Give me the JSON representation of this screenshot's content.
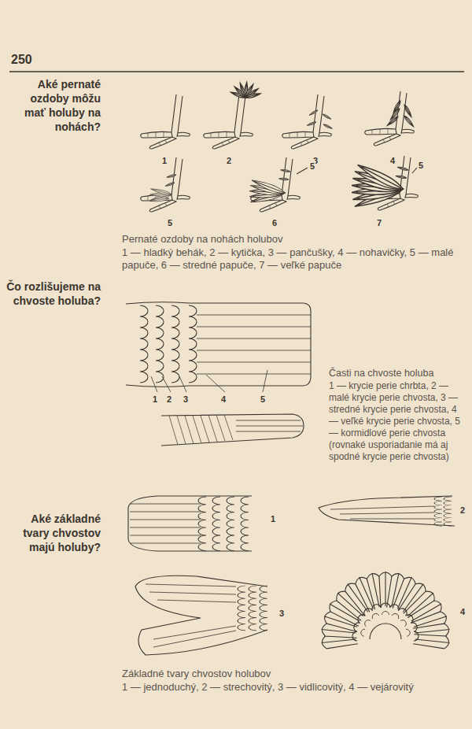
{
  "diagram": {
    "labels": [
      "250",
      "Aké pernaté ozdoby môžu mať holuby na nohách?",
      "1",
      "2",
      "3",
      "4",
      "5",
      "5",
      "6",
      "5",
      "7",
      "Pernaté ozdoby na nohách holubov",
      "1 — hladký behák, 2 — kytička, 3 — pančušky, 4 — nohavičky, 5 — malé papuče, 6 — stredné papuče, 7 — veľké papuče",
      "Čo rozlišujeme na chvoste holuba?",
      "1",
      "2",
      "3",
      "4",
      "5",
      "Časti na chvoste holuba",
      "1 — krycie perie chrbta, 2 — malé krycie perie chvosta, 3 — stredné krycie perie chvosta, 4 — veľké krycie perie chvosta, 5 — kormidlové perie chvosta (rovnaké usporiadanie má aj spodné krycie perie chvosta)",
      "Aké základné tvary chvostov majú holuby?",
      "1",
      "2",
      "3",
      "4",
      "Základné tvary chvostov holubov",
      "1 — jednoduchý, 2 — strechovitý, 3 — vidlicovitý, 4 — vejárovitý"
    ]
  }
}
